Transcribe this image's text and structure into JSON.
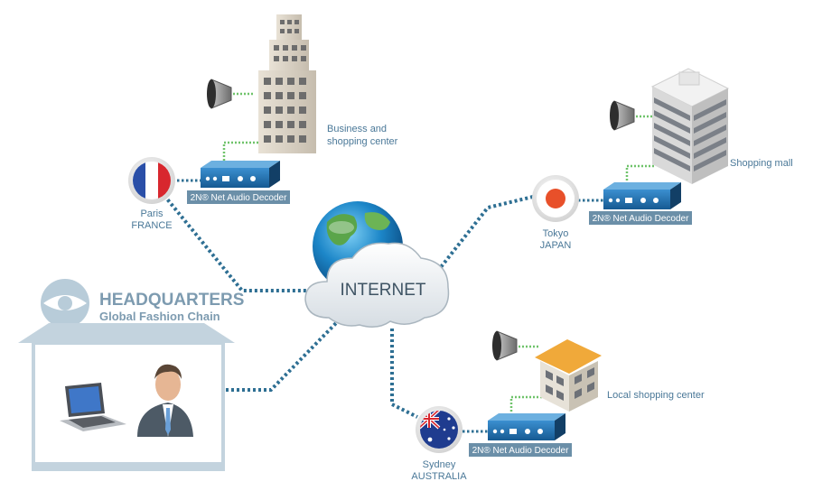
{
  "hq": {
    "title": "HEADQUARTERS",
    "subtitle": "Global Fashion Chain"
  },
  "internet": {
    "label": "INTERNET"
  },
  "sites": [
    {
      "city": "Paris",
      "country": "FRANCE",
      "flag": "france-flag-icon",
      "device_label": "2N® Net Audio Decoder",
      "building_label_1": "Business and",
      "building_label_2": "shopping center"
    },
    {
      "city": "Tokyo",
      "country": "JAPAN",
      "flag": "japan-flag-icon",
      "device_label": "2N® Net Audio Decoder",
      "building_label_1": "Shopping mall",
      "building_label_2": ""
    },
    {
      "city": "Sydney",
      "country": "AUSTRALIA",
      "flag": "australia-flag-icon",
      "device_label": "2N® Net Audio Decoder",
      "building_label_1": "Local shopping center",
      "building_label_2": ""
    }
  ],
  "colors": {
    "link_blue": "#2e6f93",
    "label_box": "#6b8fa8",
    "device_blue": "#1e6fb0",
    "eye_logo": "#b8ccd9",
    "text_blue": "#4a7898",
    "sensor_green": "#6fc36a"
  }
}
